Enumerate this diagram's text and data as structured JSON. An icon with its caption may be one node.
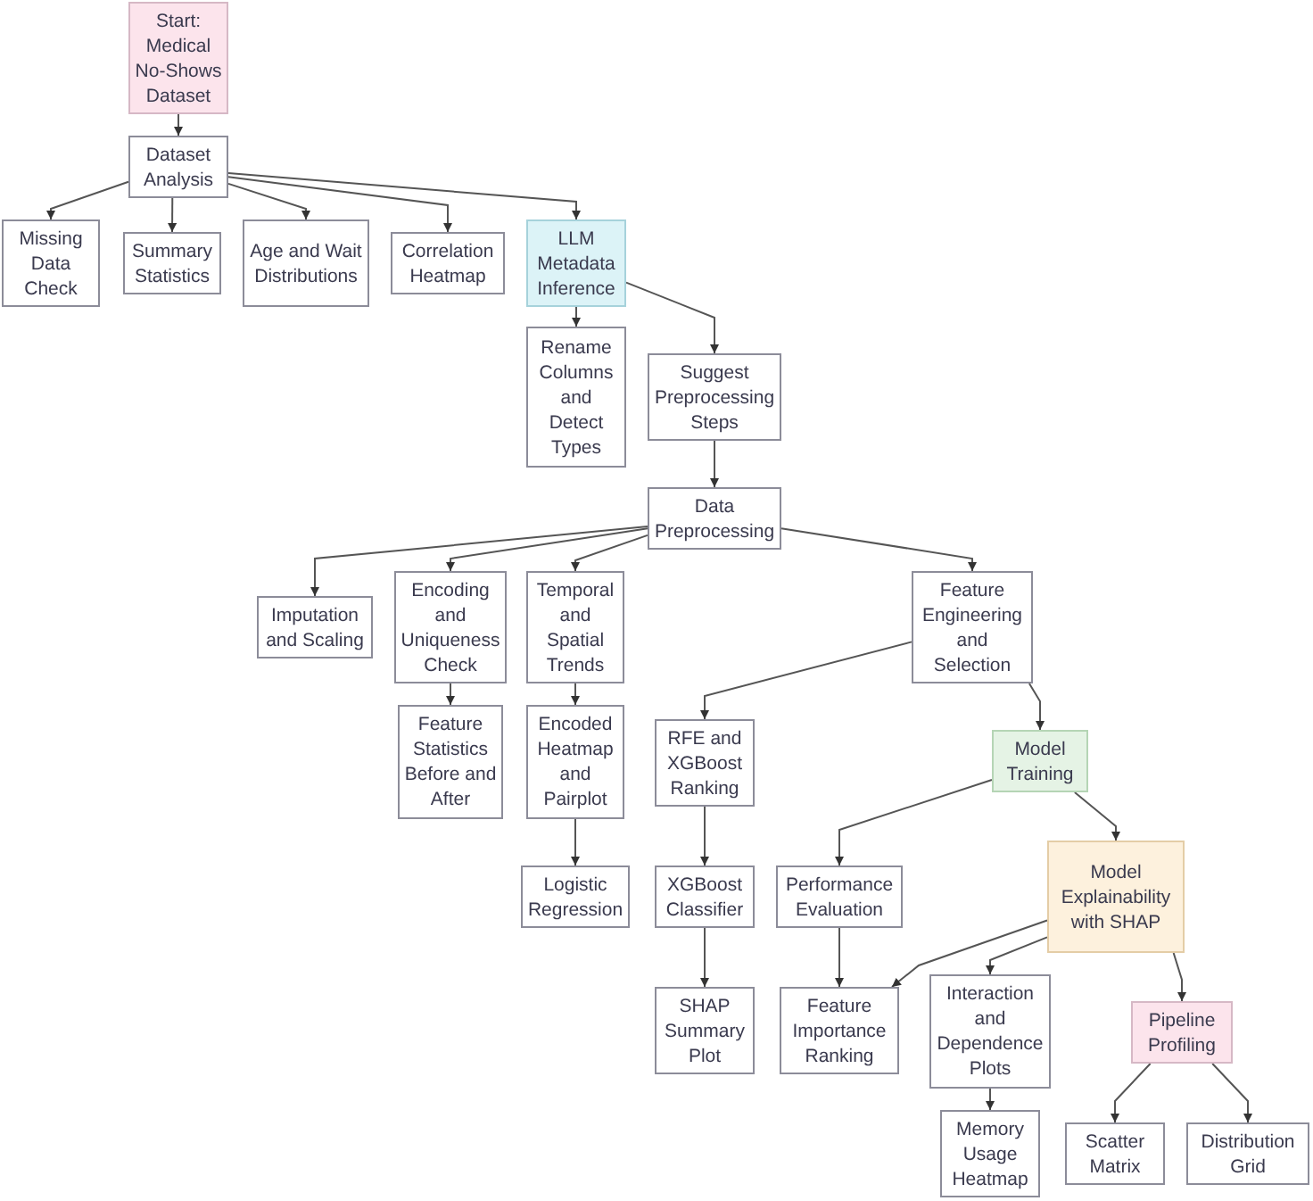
{
  "diagram": {
    "nodes": [
      {
        "text": [
          "Start: Medical No-Shows Dataset"
        ]
      },
      {
        "text": [
          "Dataset Analysis"
        ]
      },
      {
        "text": [
          "Missing Data Check"
        ]
      },
      {
        "text": [
          "Summary Statistics"
        ]
      },
      {
        "text": [
          "Age and Wait Distributions"
        ]
      },
      {
        "text": [
          "Correlation Heatmap"
        ]
      },
      {
        "text": [
          "LLM Metadata Inference"
        ]
      },
      {
        "text": [
          "Rename Columns and Detect Types"
        ]
      },
      {
        "text": [
          "Suggest Preprocessing Steps"
        ]
      },
      {
        "text": [
          "Data Preprocessing"
        ]
      },
      {
        "text": [
          "Imputation and Scaling"
        ]
      },
      {
        "text": [
          "Encoding and Uniqueness Check"
        ]
      },
      {
        "text": [
          "Temporal and Spatial Trends"
        ]
      },
      {
        "text": [
          "Feature Engineering and Selection"
        ]
      },
      {
        "text": [
          "Feature Statistics Before and After"
        ]
      },
      {
        "text": [
          "Encoded Heatmap and Pairplot"
        ]
      },
      {
        "text": [
          "RFE and XGBoost Ranking"
        ]
      },
      {
        "text": [
          "Model Training"
        ]
      },
      {
        "text": [
          "Logistic Regression"
        ]
      },
      {
        "text": [
          "XGBoost Classifier"
        ]
      },
      {
        "text": [
          "Performance Evaluation"
        ]
      },
      {
        "text": [
          "Model Explainability with SHAP"
        ]
      },
      {
        "text": [
          "SHAP Summary Plot"
        ]
      },
      {
        "text": [
          "Feature Importance Ranking"
        ]
      },
      {
        "text": [
          "Interaction and Dependence Plots"
        ]
      },
      {
        "text": [
          "Pipeline Profiling"
        ]
      },
      {
        "text": [
          "Memory Usage Heatmap"
        ]
      },
      {
        "text": [
          "Scatter Matrix"
        ]
      },
      {
        "text": [
          "Distribution Grid"
        ]
      }
    ],
    "edges": [
      {
        "from": 0,
        "to": 1,
        "arrow": "to"
      },
      {
        "from": 1,
        "to": 2,
        "arrow": "to"
      },
      {
        "from": 1,
        "to": 3,
        "arrow": "to"
      },
      {
        "from": 1,
        "to": 4,
        "arrow": "to"
      },
      {
        "from": 1,
        "to": 5,
        "arrow": "to"
      },
      {
        "from": 1,
        "to": 6,
        "arrow": "to"
      },
      {
        "from": 6,
        "to": 7,
        "arrow": "to"
      },
      {
        "from": 6,
        "to": 8,
        "arrow": "to"
      },
      {
        "from": 8,
        "to": 9,
        "arrow": "to"
      },
      {
        "from": 9,
        "to": 10,
        "arrow": "to"
      },
      {
        "from": 9,
        "to": 11,
        "arrow": "to"
      },
      {
        "from": 9,
        "to": 12,
        "arrow": "to"
      },
      {
        "from": 9,
        "to": 13,
        "arrow": "to"
      },
      {
        "from": 13,
        "to": 16,
        "arrow": "to"
      },
      {
        "from": 13,
        "to": 17,
        "arrow": "to"
      },
      {
        "from": 11,
        "to": 14,
        "arrow": "to"
      },
      {
        "from": 12,
        "to": 15,
        "arrow": "to"
      },
      {
        "from": 15,
        "to": 18,
        "arrow": "to"
      },
      {
        "from": 16,
        "to": 19,
        "arrow": "to"
      },
      {
        "from": 17,
        "to": 20,
        "arrow": "to"
      },
      {
        "from": 17,
        "to": 21,
        "arrow": "to"
      },
      {
        "from": 19,
        "to": 22,
        "arrow": "to"
      },
      {
        "from": 20,
        "to": 23,
        "arrow": "to"
      },
      {
        "from": 21,
        "to": 23,
        "arrow": "to"
      },
      {
        "from": 21,
        "to": 24,
        "arrow": "to"
      },
      {
        "from": 21,
        "to": 25,
        "arrow": "to"
      },
      {
        "from": 24,
        "to": 26,
        "arrow": "to"
      },
      {
        "from": 25,
        "to": 27,
        "arrow": "to"
      },
      {
        "from": 25,
        "to": 28,
        "arrow": "to"
      }
    ]
  }
}
